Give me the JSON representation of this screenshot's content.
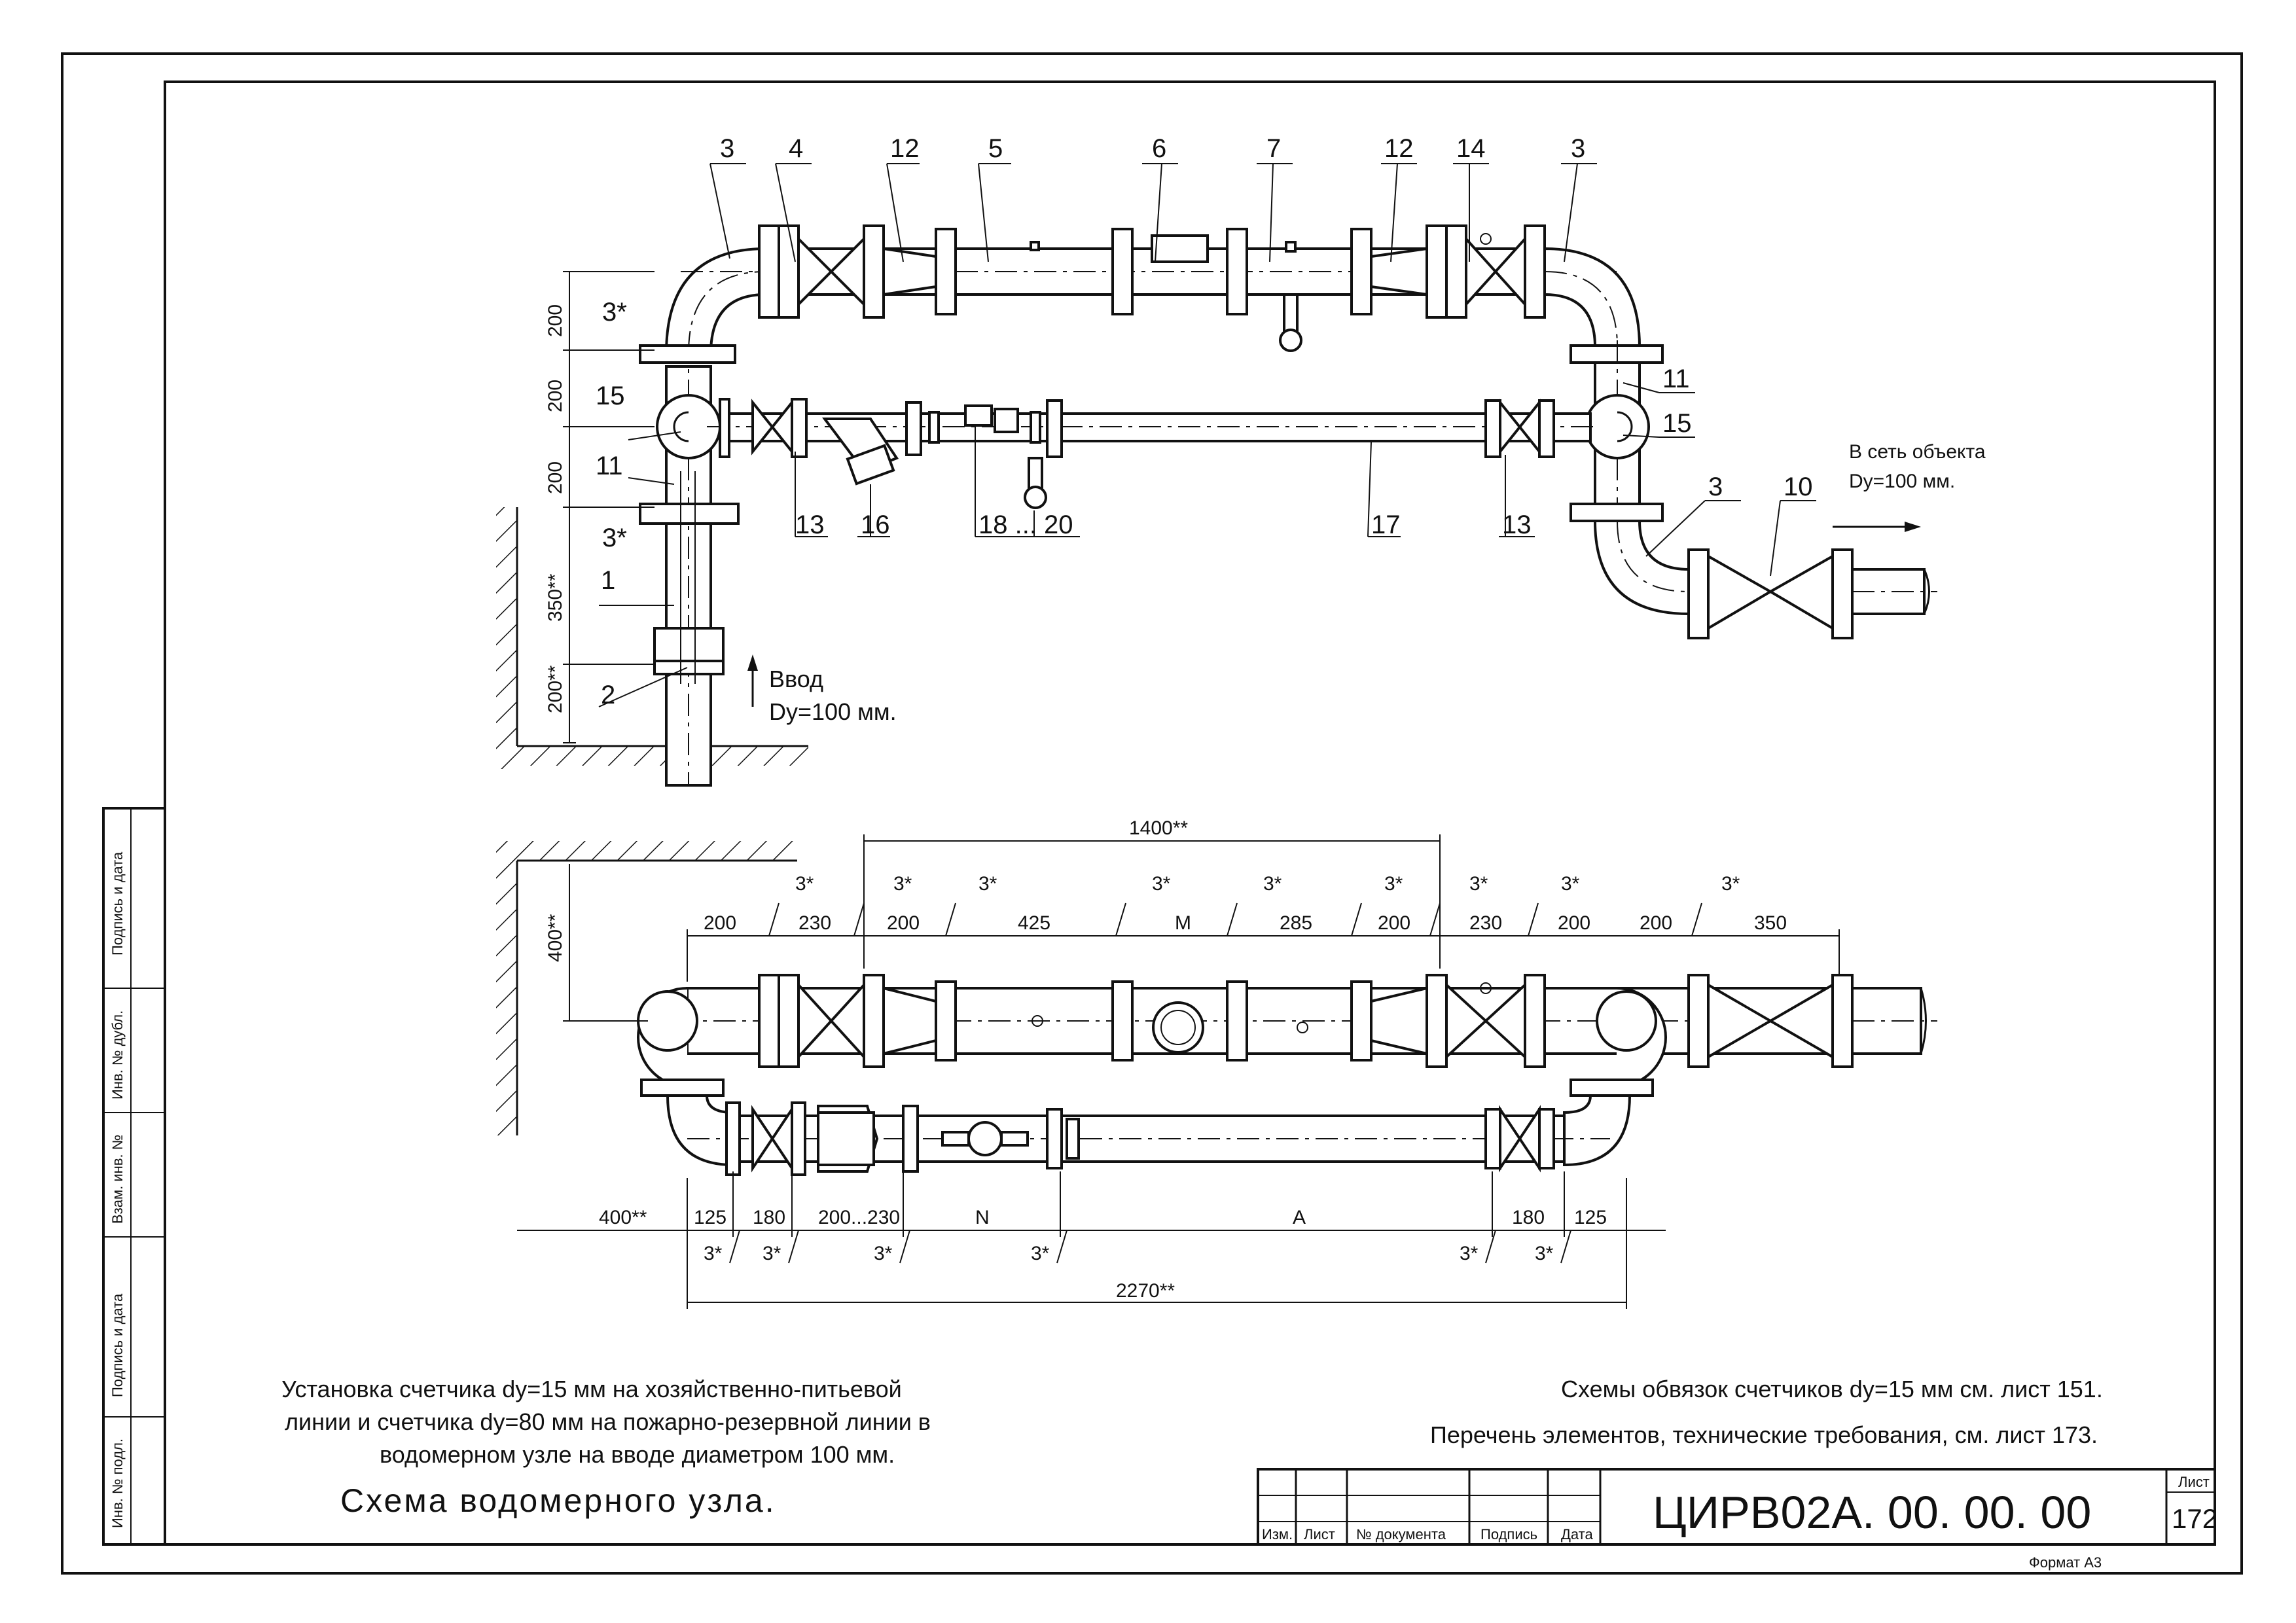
{
  "top_view": {
    "positions": [
      "3",
      "4",
      "12",
      "5",
      "6",
      "7",
      "12",
      "14",
      "3",
      "11",
      "15",
      "15",
      "11",
      "1",
      "2",
      "13",
      "16",
      "18 ... 20",
      "17",
      "13",
      "3",
      "10"
    ],
    "dims": [
      "200",
      "200",
      "200",
      "350**",
      "200**"
    ],
    "mark_3star": "3*",
    "inlet": [
      "Ввод",
      "Dy=100 мм."
    ],
    "outlet": [
      "В сеть объекта",
      "Dy=100 мм."
    ]
  },
  "plan_view": {
    "top_total": "1400**",
    "top_dims": [
      "200",
      "230",
      "200",
      "425",
      "M",
      "285",
      "200",
      "230",
      "200",
      "200",
      "350"
    ],
    "wall_dim": "400**",
    "bottom_dims": [
      "400**",
      "125",
      "180",
      "200...230",
      "N",
      "A",
      "180",
      "125"
    ],
    "bottom_total": "2270**",
    "mark_3star": "3*"
  },
  "notes": {
    "description": [
      "Установка счетчика dy=15 мм на хозяйственно-питьевой",
      "линии и счетчика dy=80 мм на пожарно-резервной линии в",
      "водомерном узле на вводе диаметром 100 мм."
    ],
    "title": "Схема водомерного узла.",
    "ref1": "Схемы обвязок счетчиков dy=15 мм см. лист 151.",
    "ref2": "Перечень элементов, технические требования, см. лист 173."
  },
  "side_stamp": [
    "Подпись и дата",
    "Инв. № дубл.",
    "Взам. инв. №",
    "Подпись и дата",
    "Инв. № подл."
  ],
  "title_block": {
    "headers": [
      "Изм.",
      "Лист",
      "№ документа",
      "Подпись",
      "Дата"
    ],
    "code": "ЦИРВ02А. 00. 00. 00",
    "sheet_label": "Лист",
    "sheet_no": "172",
    "format": "Формат А3"
  }
}
